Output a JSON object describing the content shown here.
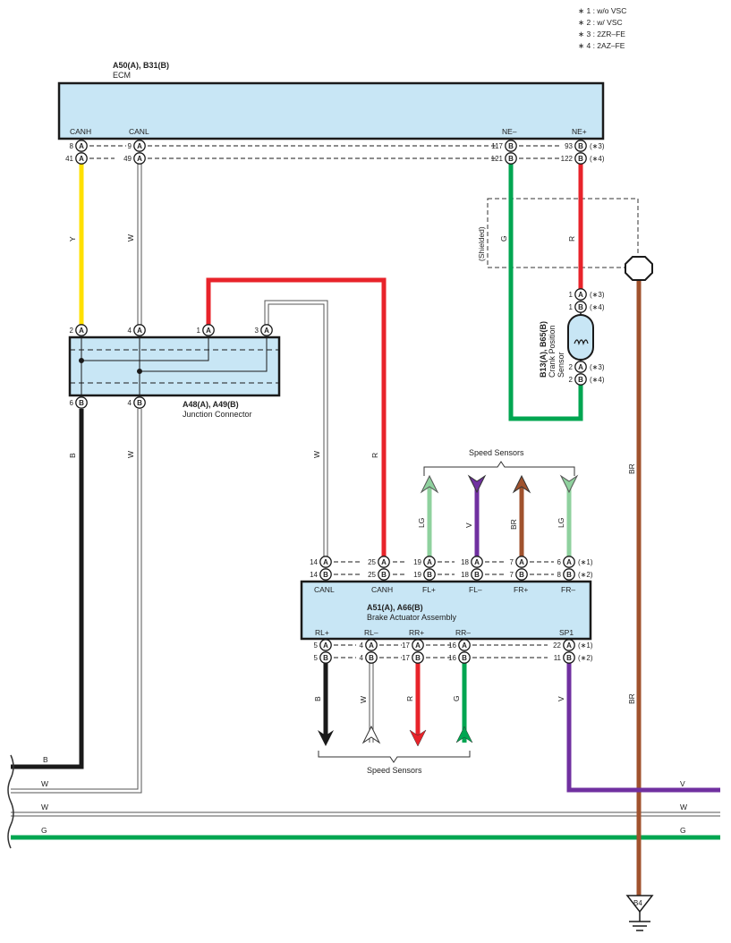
{
  "notes": [
    "∗ 1 : w/o VSC",
    "∗ 2 : w/ VSC",
    "∗ 3 : 2ZR–FE",
    "∗ 4 : 2AZ–FE"
  ],
  "components": {
    "ecm": {
      "code": "A50(A), B31(B)",
      "name": "ECM"
    },
    "junction": {
      "code": "A48(A), A49(B)",
      "name": "Junction Connector"
    },
    "brake": {
      "code": "A51(A), A66(B)",
      "name": "Brake Actuator Assembly"
    },
    "crank": {
      "code": "B13(A), B65(B)",
      "name1": "Crank Position",
      "name2": "Sensor"
    }
  },
  "ecm_terminals": {
    "canh": "CANH",
    "canl": "CANL",
    "ne_minus": "NE–",
    "ne_plus": "NE+"
  },
  "brake_top_terminals": {
    "canl": "CANL",
    "canh": "CANH",
    "fl_plus": "FL+",
    "fl_minus": "FL–",
    "fr_plus": "FR+",
    "fr_minus": "FR–"
  },
  "brake_bottom_terminals": {
    "rl_plus": "RL+",
    "rl_minus": "RL–",
    "rr_plus": "RR+",
    "rr_minus": "RR–",
    "sp1": "SP1"
  },
  "conditions": {
    "c1": "(∗1)",
    "c2": "(∗2)",
    "c3": "(∗3)",
    "c4": "(∗4)"
  },
  "pins": {
    "ecm_canh_a": "8",
    "ecm_canh_b": "41",
    "ecm_canl_a": "9",
    "ecm_canl_b": "49",
    "ecm_ne_minus_a": "117",
    "ecm_ne_minus_b": "121",
    "ecm_ne_plus_a": "93",
    "ecm_ne_plus_b": "122",
    "jc_2": "2",
    "jc_4": "4",
    "jc_1": "1",
    "jc_3": "3",
    "jc_b6": "6",
    "jc_b4": "4",
    "bk_canl_a": "14",
    "bk_canl_b": "14",
    "bk_canh_a": "25",
    "bk_canh_b": "25",
    "bk_flp_a": "19",
    "bk_flp_b": "19",
    "bk_flm_a": "18",
    "bk_flm_b": "18",
    "bk_frp_a": "7",
    "bk_frp_b": "7",
    "bk_frm_a": "6",
    "bk_frm_b": "8",
    "bk_rlp_a": "5",
    "bk_rlp_b": "5",
    "bk_rlm_a": "4",
    "bk_rlm_b": "4",
    "bk_rrp_a": "17",
    "bk_rrp_b": "17",
    "bk_rrm_a": "16",
    "bk_rrm_b": "16",
    "bk_sp1_a": "22",
    "bk_sp1_b": "11",
    "crank_1a": "1",
    "crank_1b": "1",
    "crank_2a": "2",
    "crank_2b": "2"
  },
  "connector_letters": {
    "a": "A",
    "b": "B"
  },
  "wire_colors": {
    "y": "Y",
    "w": "W",
    "b": "B",
    "r": "R",
    "g": "G",
    "br": "BR",
    "lg": "LG",
    "v": "V"
  },
  "labels": {
    "shielded": "(Shielded)",
    "speed_sensors": "Speed Sensors",
    "ground": "B4"
  },
  "colors": {
    "box_fill": "#c8e6f5",
    "yellow": "#ffe000",
    "red": "#e8232a",
    "green": "#00a651",
    "black": "#1a1a1a",
    "brown": "#a0522d",
    "purple": "#7030a0",
    "light_green": "#8fd19e",
    "white_wire": "#ffffff",
    "outline": "#444444"
  }
}
